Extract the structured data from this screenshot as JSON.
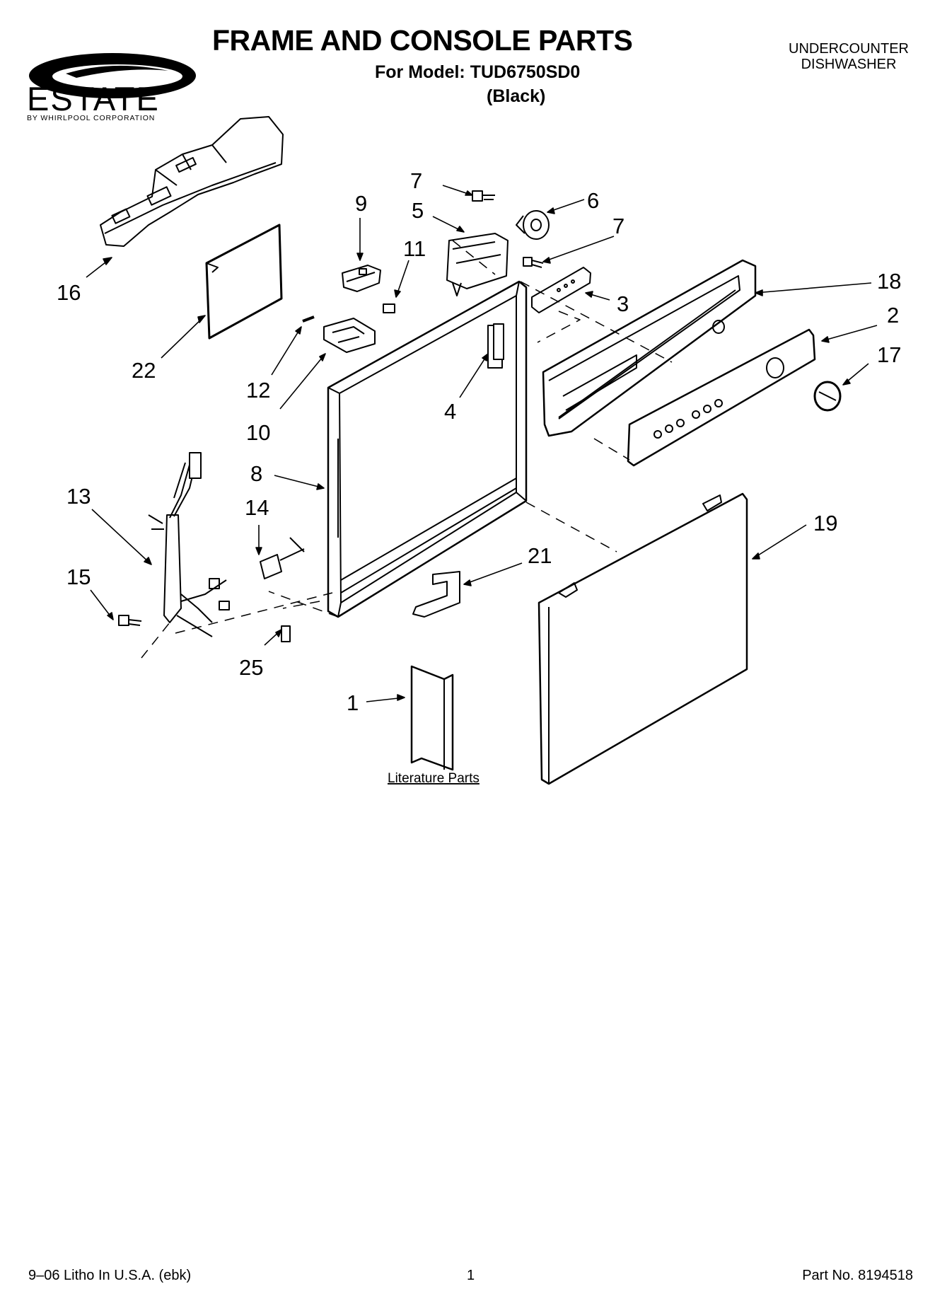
{
  "brand": {
    "name": "ESTATE",
    "tagline": "BY WHIRLPOOL CORPORATION"
  },
  "header": {
    "title": "FRAME AND CONSOLE PARTS",
    "model_line": "For Model: TUD6750SD0",
    "variant": "(Black)",
    "product_line1": "UNDERCOUNTER",
    "product_line2": "DISHWASHER"
  },
  "callouts": {
    "c1": "1",
    "c2": "2",
    "c3": "3",
    "c4": "4",
    "c5": "5",
    "c6": "6",
    "c7a": "7",
    "c7b": "7",
    "c8": "8",
    "c9": "9",
    "c10": "10",
    "c11": "11",
    "c12": "12",
    "c13": "13",
    "c14": "14",
    "c15": "15",
    "c16": "16",
    "c17": "17",
    "c18": "18",
    "c19": "19",
    "c21": "21",
    "c22": "22",
    "c25": "25"
  },
  "literature_label": "Literature Parts",
  "footer": {
    "left": "9–06 Litho In U.S.A. (ebk)",
    "page": "1",
    "part_number": "Part No. 8194518"
  }
}
